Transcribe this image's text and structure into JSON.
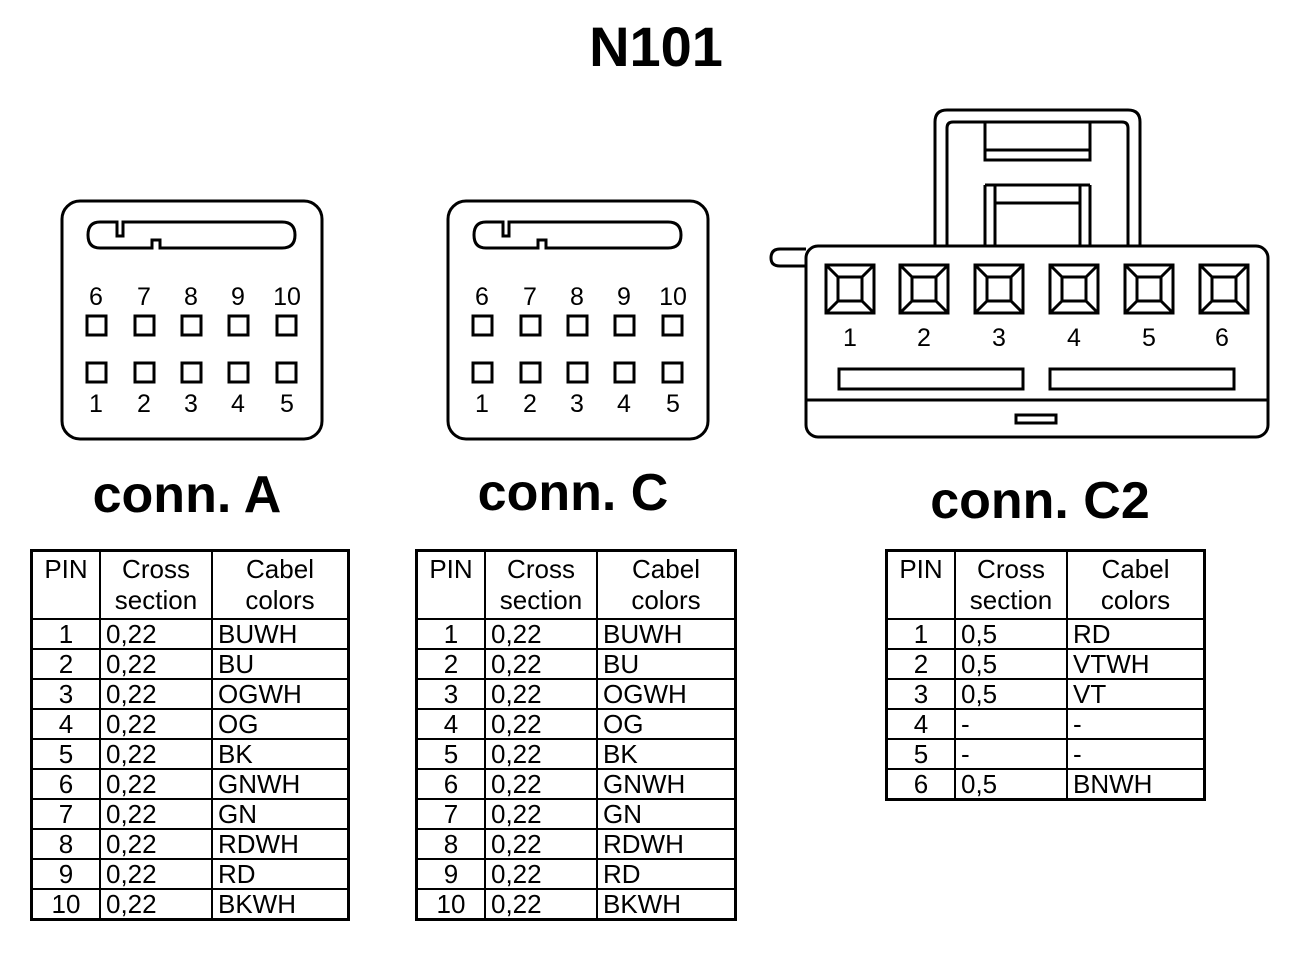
{
  "title": "N101",
  "connectors": [
    {
      "label": "conn. A",
      "pins_top": [
        "6",
        "7",
        "8",
        "9",
        "10"
      ],
      "pins_bottom": [
        "1",
        "2",
        "3",
        "4",
        "5"
      ],
      "table": {
        "headers": [
          "PIN",
          "Cross section",
          "Cabel colors"
        ],
        "rows": [
          [
            "1",
            "0,22",
            "BUWH"
          ],
          [
            "2",
            "0,22",
            "BU"
          ],
          [
            "3",
            "0,22",
            "OGWH"
          ],
          [
            "4",
            "0,22",
            "OG"
          ],
          [
            "5",
            "0,22",
            "BK"
          ],
          [
            "6",
            "0,22",
            "GNWH"
          ],
          [
            "7",
            "0,22",
            "GN"
          ],
          [
            "8",
            "0,22",
            "RDWH"
          ],
          [
            "9",
            "0,22",
            "RD"
          ],
          [
            "10",
            "0,22",
            "BKWH"
          ]
        ]
      }
    },
    {
      "label": "conn. C",
      "pins_top": [
        "6",
        "7",
        "8",
        "9",
        "10"
      ],
      "pins_bottom": [
        "1",
        "2",
        "3",
        "4",
        "5"
      ],
      "table": {
        "headers": [
          "PIN",
          "Cross section",
          "Cabel colors"
        ],
        "rows": [
          [
            "1",
            "0,22",
            "BUWH"
          ],
          [
            "2",
            "0,22",
            "BU"
          ],
          [
            "3",
            "0,22",
            "OGWH"
          ],
          [
            "4",
            "0,22",
            "OG"
          ],
          [
            "5",
            "0,22",
            "BK"
          ],
          [
            "6",
            "0,22",
            "GNWH"
          ],
          [
            "7",
            "0,22",
            "GN"
          ],
          [
            "8",
            "0,22",
            "RDWH"
          ],
          [
            "9",
            "0,22",
            "RD"
          ],
          [
            "10",
            "0,22",
            "BKWH"
          ]
        ]
      }
    },
    {
      "label": "conn. C2",
      "pins": [
        "1",
        "2",
        "3",
        "4",
        "5",
        "6"
      ],
      "table": {
        "headers": [
          "PIN",
          "Cross section",
          "Cabel colors"
        ],
        "rows": [
          [
            "1",
            "0,5",
            "RD"
          ],
          [
            "2",
            "0,5",
            "VTWH"
          ],
          [
            "3",
            "0,5",
            "VT"
          ],
          [
            "4",
            "-",
            "-"
          ],
          [
            "5",
            "-",
            "-"
          ],
          [
            "6",
            "0,5",
            "BNWH"
          ]
        ]
      }
    }
  ]
}
